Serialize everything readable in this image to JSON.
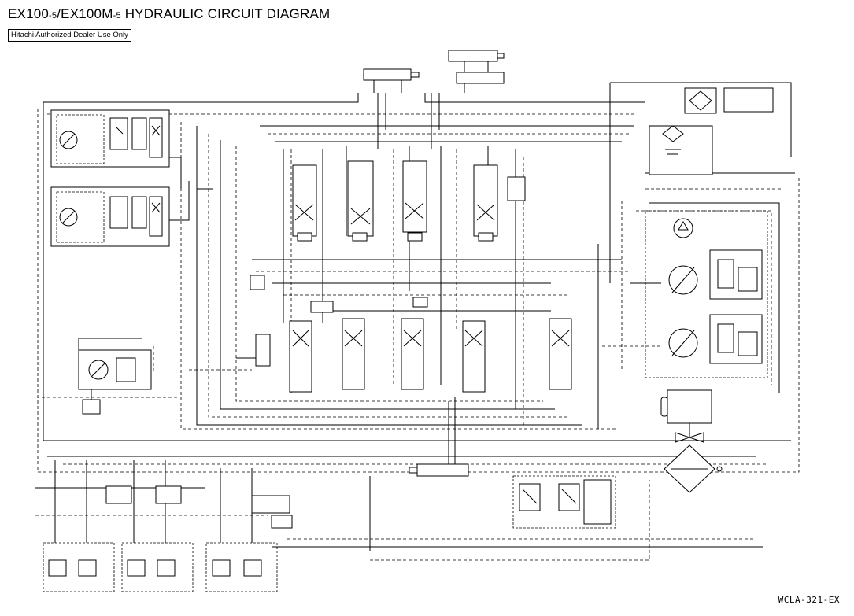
{
  "title": {
    "model_a": "EX100",
    "suffix_a": "-5",
    "sep": "/",
    "model_b": "EX100M",
    "suffix_b": "-5",
    "rest": " HYDRAULIC CIRCUIT DIAGRAM"
  },
  "dealer_note": "Hitachi Authorized Dealer Use Only",
  "document_code": "WCLA-321-EX"
}
